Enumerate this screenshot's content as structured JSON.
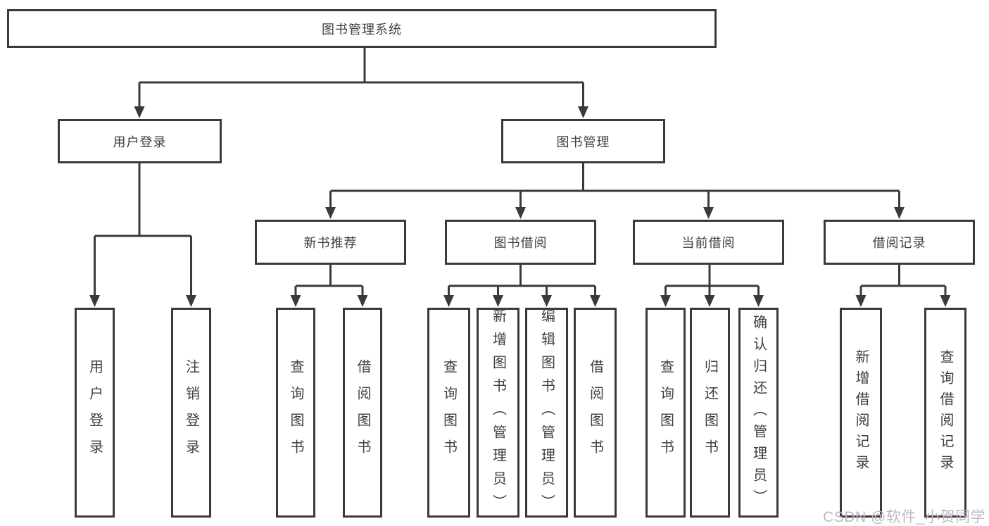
{
  "diagram": {
    "root": {
      "label": "图书管理系统"
    },
    "branches": [
      {
        "label": "用户登录",
        "children": [
          {
            "label": "用户登录"
          },
          {
            "label": "注销登录"
          }
        ]
      },
      {
        "label": "图书管理",
        "children": [
          {
            "label": "新书推荐",
            "children": [
              {
                "label": "查询图书"
              },
              {
                "label": "借阅图书"
              }
            ]
          },
          {
            "label": "图书借阅",
            "children": [
              {
                "label": "查询图书"
              },
              {
                "label": "新增图书（管理员）"
              },
              {
                "label": "编辑图书（管理员）"
              },
              {
                "label": "借阅图书"
              }
            ]
          },
          {
            "label": "当前借阅",
            "children": [
              {
                "label": "查询图书"
              },
              {
                "label": "归还图书"
              },
              {
                "label": "确认归还（管理员）"
              }
            ]
          },
          {
            "label": "借阅记录",
            "children": [
              {
                "label": "新增借阅记录"
              },
              {
                "label": "查询借阅记录"
              }
            ]
          }
        ]
      }
    ]
  },
  "watermark": {
    "text": "CSDN @软件_小贺同学"
  },
  "colors": {
    "line": "#3a3a3a",
    "text": "#3f3f3f",
    "watermark": "#b9bac3",
    "bg": "#ffffff"
  }
}
